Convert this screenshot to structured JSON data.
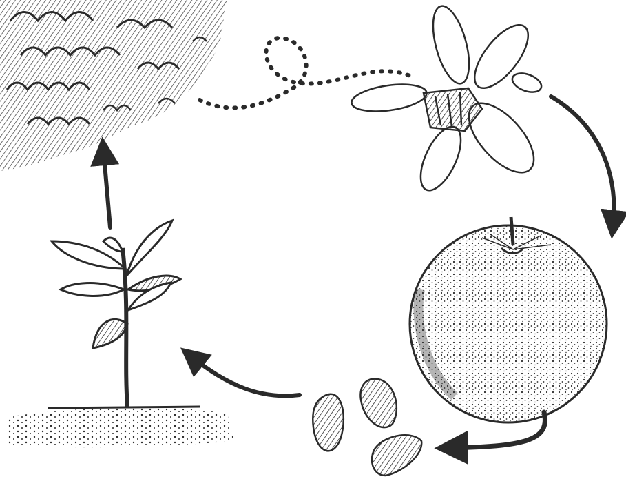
{
  "diagram": {
    "type": "life-cycle",
    "stages": [
      {
        "id": "tree",
        "icon": "tree-foliage-icon"
      },
      {
        "id": "flower",
        "icon": "flower-icon"
      },
      {
        "id": "fruit",
        "icon": "orange-fruit-icon"
      },
      {
        "id": "seeds",
        "icon": "seeds-icon"
      },
      {
        "id": "seedling",
        "icon": "seedling-icon"
      }
    ],
    "connections": [
      {
        "from": "tree",
        "to": "flower",
        "style": "dotted"
      },
      {
        "from": "flower",
        "to": "fruit",
        "style": "arrow"
      },
      {
        "from": "fruit",
        "to": "seeds",
        "style": "arrow"
      },
      {
        "from": "seeds",
        "to": "seedling",
        "style": "arrow"
      },
      {
        "from": "seedling",
        "to": "tree",
        "style": "arrow"
      }
    ],
    "colors": {
      "ink": "#2a2a2a",
      "background": "#ffffff"
    }
  }
}
